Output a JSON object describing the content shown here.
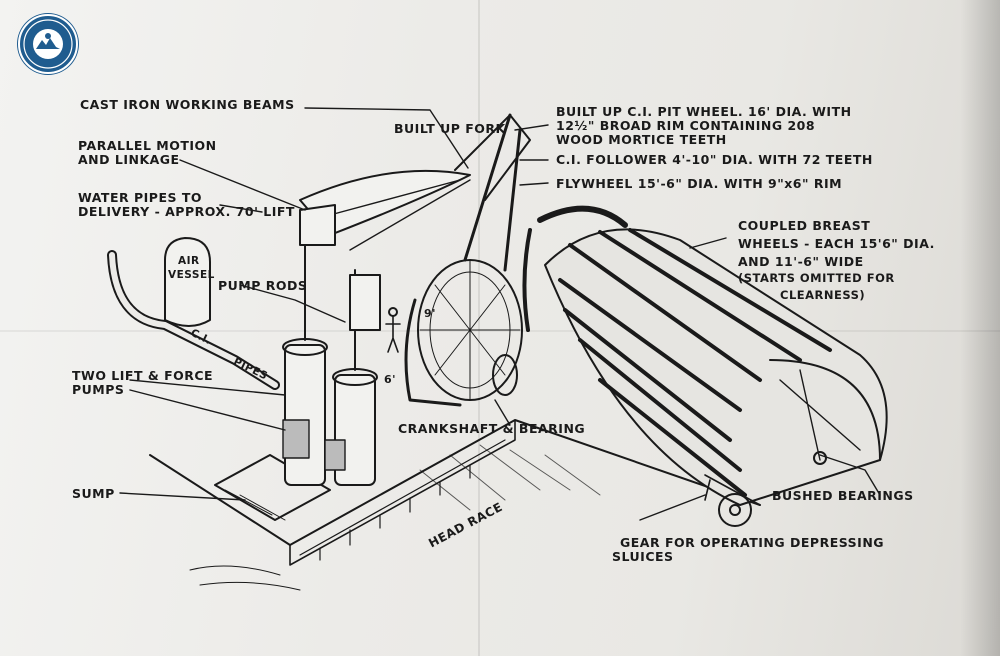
{
  "labels": {
    "cast_iron_beams": "CAST IRON WORKING BEAMS",
    "parallel_motion": "PARALLEL MOTION",
    "and_linkage": "AND LINKAGE",
    "water_pipes_1": "WATER PIPES TO",
    "water_pipes_2": "DELIVERY - APPROX. 70' LIFT",
    "air_vessel_1": "AIR",
    "air_vessel_2": "VESSEL",
    "pump_rods": "PUMP RODS",
    "ci_pipes_1": "C.I.",
    "ci_pipes_2": "PIPES",
    "two_lift_pumps_1": "TWO LIFT & FORCE",
    "two_lift_pumps_2": "PUMPS",
    "sump": "SUMP",
    "built_up_fork": "BUILT UP FORK",
    "pit_wheel_1": "BUILT UP C.I. PIT WHEEL. 16' DIA. WITH",
    "pit_wheel_2": "12½\" BROAD RIM CONTAINING 208",
    "pit_wheel_3": "WOOD MORTICE TEETH",
    "follower": "C.I. FOLLOWER 4'-10\" DIA. WITH 72 TEETH",
    "flywheel": "FLYWHEEL 15'-6\" DIA. WITH 9\"x6\" RIM",
    "breast_1": "COUPLED BREAST",
    "breast_2": "WHEELS - EACH 15'6\" DIA.",
    "breast_3": "AND 11'-6\" WIDE",
    "breast_4": "(STARTS OMITTED FOR",
    "breast_5": "CLEARNESS)",
    "crankshaft": "CRANKSHAFT & BEARING",
    "bushed_bearings": "BUSHED BEARINGS",
    "head_race": "HEAD RACE",
    "gear_1": "GEAR FOR OPERATING DEPRESSING",
    "gear_2": "SLUICES",
    "dim_9": "9'",
    "dim_6": "6'"
  },
  "icons": {
    "logo": "society-seal-icon"
  },
  "colors": {
    "ink": "#1a1a1a",
    "paper": "#ecebe8",
    "seal": "#1f5c8f"
  }
}
